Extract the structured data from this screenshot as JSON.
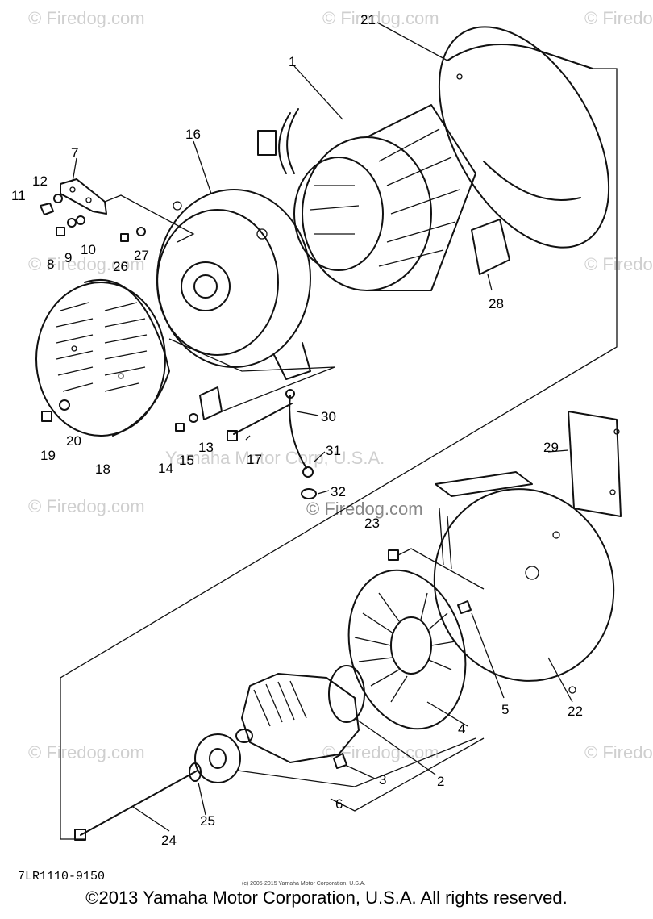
{
  "watermark": {
    "text": "© Firedog.com",
    "center_text": "© Firedog.com",
    "corp_watermark": "Yamaha Motor Corp, U.S.A."
  },
  "diagram_code": "7LR1110-9150",
  "small_copyright": "(c) 2005-2015 Yamaha Motor Corporation, U.S.A.",
  "footer": {
    "copyright": "©2013 Yamaha Motor Corporation, U.S.A. All rights reserved."
  },
  "callouts": {
    "n1": "1",
    "n2": "2",
    "n3": "3",
    "n4": "4",
    "n5": "5",
    "n6": "6",
    "n7": "7",
    "n8": "8",
    "n9": "9",
    "n10": "10",
    "n11": "11",
    "n12": "12",
    "n13": "13",
    "n14": "14",
    "n15": "15",
    "n16": "16",
    "n17": "17",
    "n18": "18",
    "n19": "19",
    "n20": "20",
    "n21": "21",
    "n22": "22",
    "n23": "23",
    "n24": "24",
    "n25": "25",
    "n26": "26",
    "n27": "27",
    "n28": "28",
    "n29": "29",
    "n30": "30",
    "n31": "31",
    "n32": "32"
  }
}
